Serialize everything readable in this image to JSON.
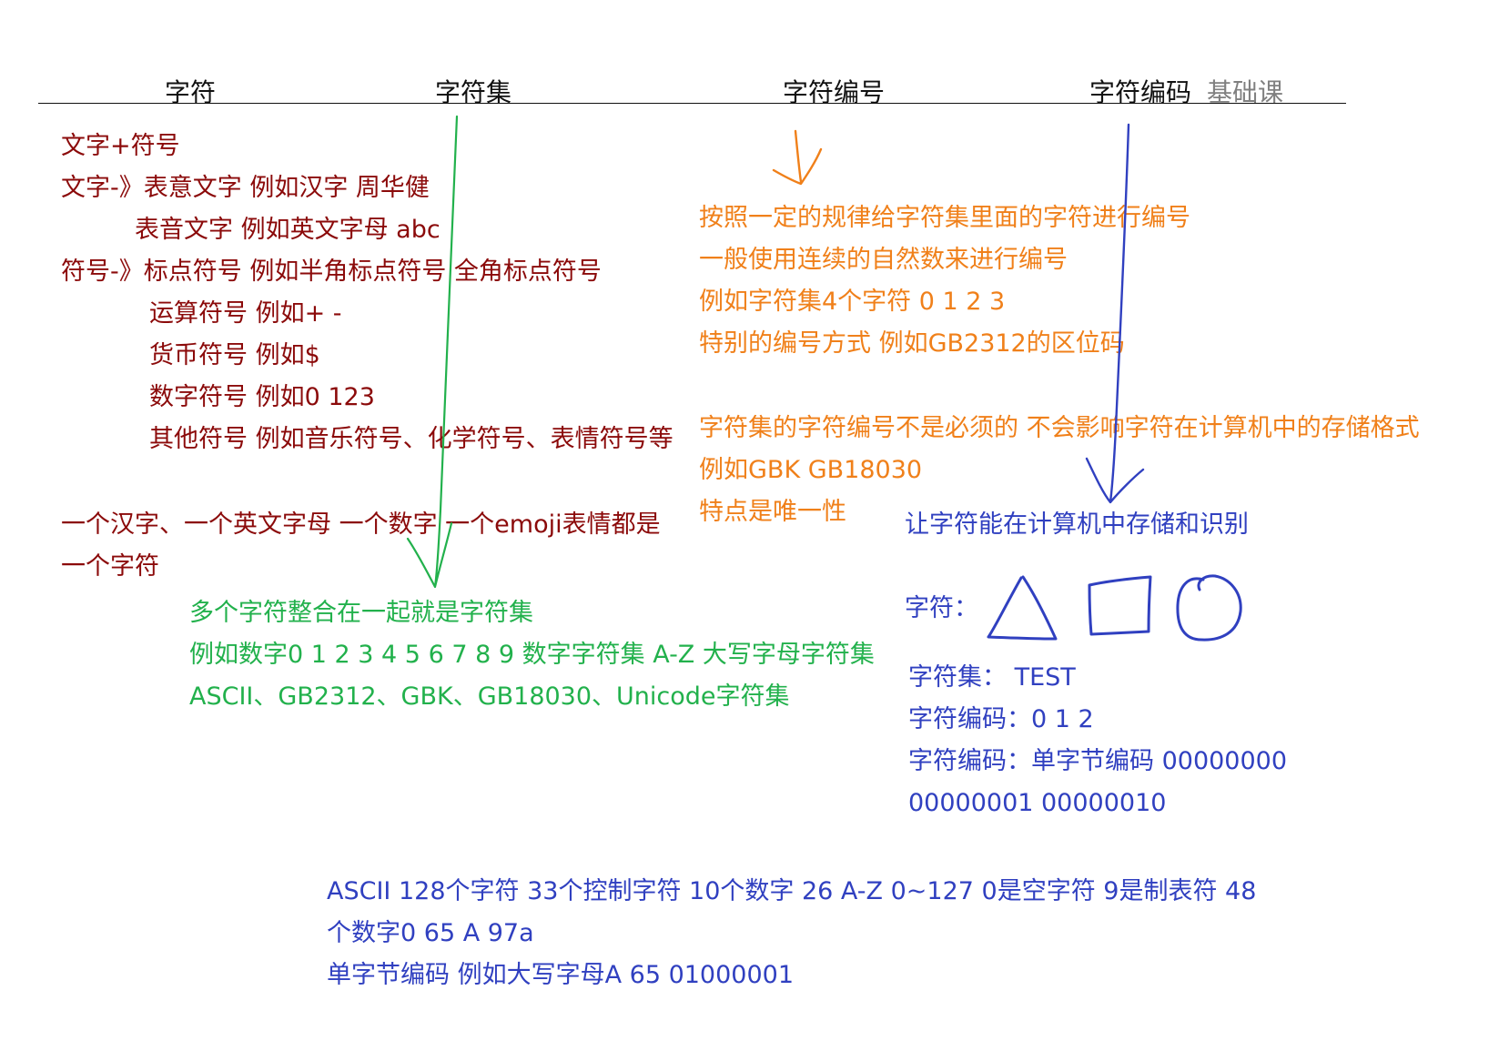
{
  "header": {
    "col1": "字符",
    "col2": "字符集",
    "col3": "字符编号",
    "col4": "字符编码",
    "col4_note": "基础课"
  },
  "character": {
    "lines": [
      "文字+符号",
      "文字-》表意文字 例如汉字 周华健",
      "表音文字 例如英文字母 abc",
      "符号-》标点符号 例如半角标点符号 全角标点符号",
      "运算符号 例如+ -",
      "货币符号 例如$",
      "数字符号 例如0 123",
      "其他符号 例如音乐符号、化学符号、表情符号等",
      "一个汉字、一个英文字母 一个数字 一个emoji表情都是",
      "一个字符"
    ]
  },
  "charset": {
    "lines": [
      "多个字符整合在一起就是字符集",
      "例如数字0 1 2 3 4 5 6 7 8 9 数字字符集 A-Z 大写字母字符集",
      "ASCII、GB2312、GBK、GB18030、Unicode字符集"
    ]
  },
  "numbering": {
    "lines": [
      "按照一定的规律给字符集里面的字符进行编号",
      "一般使用连续的自然数来进行编号",
      "例如字符集4个字符 0 1 2 3",
      "特别的编号方式 例如GB2312的区位码",
      "字符集的字符编号不是必须的 不会影响字符在计算机中的存储格式",
      "例如GBK GB18030",
      "特点是唯一性"
    ]
  },
  "encoding": {
    "lines": [
      "让字符能在计算机中存储和识别",
      "字符：",
      "字符集： TEST",
      "字符编码：0 1 2",
      "字符编码：单字节编码 00000000",
      "00000001 00000010"
    ],
    "shapes": [
      "triangle",
      "square",
      "circle"
    ]
  },
  "ascii": {
    "lines": [
      "ASCII 128个字符 33个控制字符 10个数字 26 A-Z 0~127 0是空字符 9是制表符 48",
      "个数字0 65 A 97a",
      "单字节编码 例如大写字母A 65 01000001"
    ]
  },
  "colors": {
    "character": "#8b0a0a",
    "charset": "#22b14c",
    "numbering": "#f0801a",
    "encoding": "#3040c0"
  }
}
